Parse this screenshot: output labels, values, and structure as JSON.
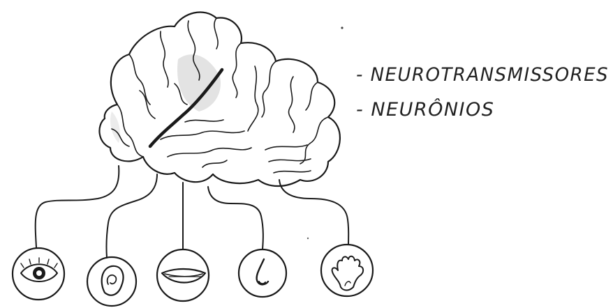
{
  "labels": {
    "item1": "- NEUROTRANSMISSORES",
    "item2": "- NEURÔNIOS"
  },
  "senses": [
    {
      "name": "vision",
      "icon": "eye-icon"
    },
    {
      "name": "hearing",
      "icon": "ear-icon"
    },
    {
      "name": "taste",
      "icon": "mouth-icon"
    },
    {
      "name": "smell",
      "icon": "nose-icon"
    },
    {
      "name": "touch",
      "icon": "hand-icon"
    }
  ],
  "colors": {
    "ink": "#1a1a1a",
    "paper": "#ffffff",
    "shading": "#dcdcdc"
  }
}
